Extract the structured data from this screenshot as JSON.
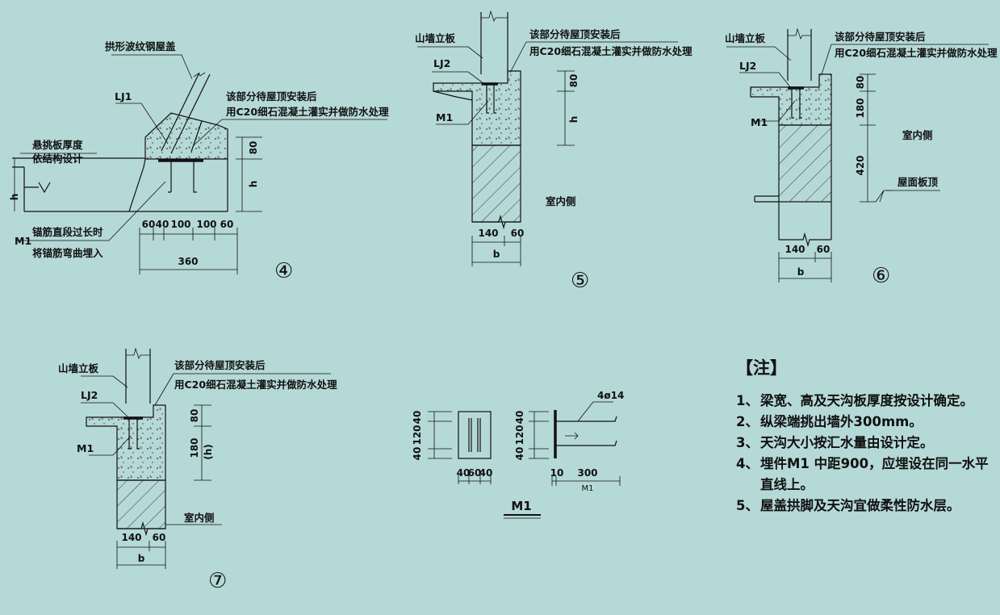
{
  "colors": {
    "background": "#b5d9d7",
    "ink": "#111111"
  },
  "d4": {
    "roof": "拱形波纹钢屋盖",
    "lj": "LJ1",
    "note1": "该部分待屋顶安装后",
    "note2": "用C20细石混凝土灌实并做防水处理",
    "slab1": "悬挑板厚度",
    "slab2": "依结构设计",
    "h_left": "h",
    "d80": "80",
    "dh": "h",
    "m1": "M1",
    "anchor1": "锚筋直段过长时",
    "anchor2": "将锚筋弯曲埋入",
    "dims": [
      "60",
      "40",
      "100",
      "100",
      "60"
    ],
    "total": "360",
    "no": "④"
  },
  "d5": {
    "wall": "山墙立板",
    "lj": "LJ2",
    "note1": "该部分待屋顶安装后",
    "note2": "用C20细石混凝土灌实并做防水处理",
    "m1": "M1",
    "d80": "80",
    "dh": "h",
    "indoor": "室内侧",
    "d140": "140",
    "d60": "60",
    "b": "b",
    "no": "⑤"
  },
  "d6": {
    "wall": "山墙立板",
    "lj": "LJ2",
    "note1": "该部分待屋顶安装后",
    "note2": "用C20细石混凝土灌实并做防水处理",
    "m1": "M1",
    "d80": "80",
    "d180": "180",
    "d420": "420",
    "indoor": "室内侧",
    "rooftop": "屋面板顶",
    "d140": "140",
    "d60": "60",
    "b": "b",
    "no": "⑥"
  },
  "d7": {
    "wall": "山墙立板",
    "lj": "LJ2",
    "note1": "该部分待屋顶安装后",
    "note2": "用C20细石混凝土灌实并做防水处理",
    "m1": "M1",
    "d80": "80",
    "d180": "180",
    "dh": "(h)",
    "indoor": "室内侧",
    "d140": "140",
    "d60": "60",
    "b": "b",
    "no": "⑦"
  },
  "m1": {
    "left_dims": [
      "40",
      "120",
      "40"
    ],
    "bottom_dims": [
      "40",
      "60",
      "40"
    ],
    "right_dims": [
      "40",
      "120",
      "40"
    ],
    "bar": "4ø14",
    "d10": "10",
    "d300": "300",
    "sub": "M1",
    "title": "M1"
  },
  "notes": {
    "title": "【注】",
    "items": [
      {
        "no": "1、",
        "text": "梁宽、高及天沟板厚度按设计确定。"
      },
      {
        "no": "2、",
        "text": "纵梁端挑出墙外300mm。"
      },
      {
        "no": "3、",
        "text": "天沟大小按汇水量由设计定。"
      },
      {
        "no": "4、",
        "text": "埋件M1 中距900，应埋设在同一水平直线上。"
      },
      {
        "no": "5、",
        "text": "屋盖拱脚及天沟宜做柔性防水层。"
      }
    ]
  }
}
